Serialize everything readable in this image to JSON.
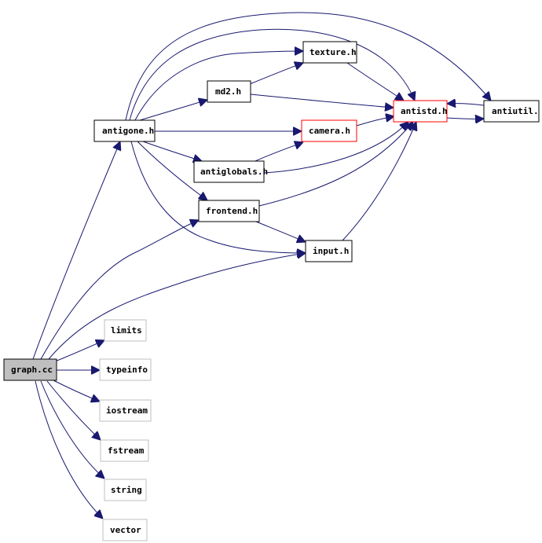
{
  "nodes": {
    "graph_cc": "graph.cc",
    "antigone_h": "antigone.h",
    "md2_h": "md2.h",
    "texture_h": "texture.h",
    "camera_h": "camera.h",
    "antistd_h": "antistd.h",
    "antiutil": "antiutil.",
    "antiglobals_h": "antiglobals.h",
    "frontend_h": "frontend.h",
    "input_h": "input.h",
    "limits": "limits",
    "typeinfo": "typeinfo",
    "iostream": "iostream",
    "fstream": "fstream",
    "string": "string",
    "vector": "vector"
  },
  "colors": {
    "edge": "#191970",
    "root_fill": "#bfbfbf",
    "highlight_border": "#ff0000",
    "external_border": "#bfbfbf"
  }
}
